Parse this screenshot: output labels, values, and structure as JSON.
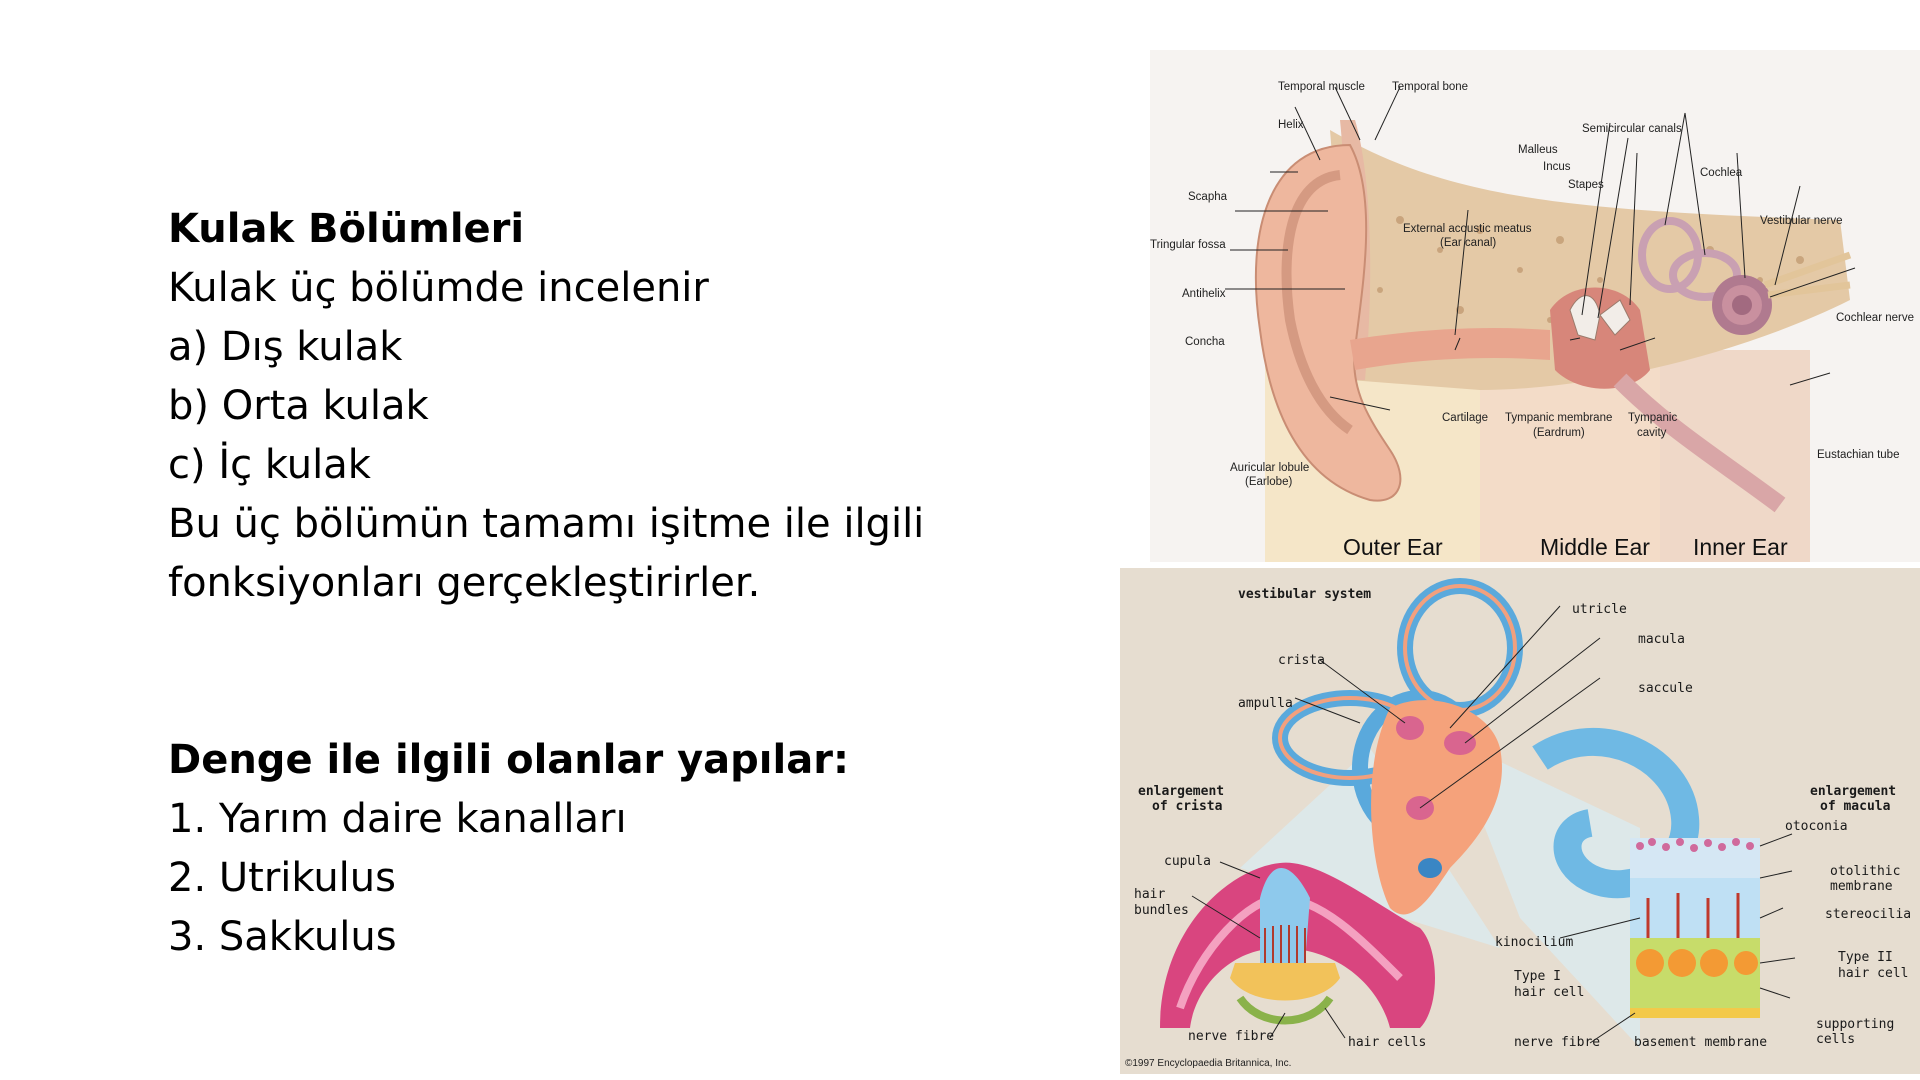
{
  "text": {
    "heading1": "Kulak Bölümleri",
    "intro": "Kulak üç bölümde incelenir",
    "items1": [
      "a) Dış kulak",
      "b) Orta kulak",
      "c) İç kulak"
    ],
    "desc1": "Bu üç bölümün tamamı işitme ile ilgili",
    "desc2": "fonksiyonları gerçekleştirirler.",
    "heading2": "Denge ile ilgili olanlar yapılar:",
    "items2": [
      "1. Yarım daire kanalları",
      "2. Utrikulus",
      "3. Sakkulus"
    ]
  },
  "ear_figure": {
    "labels": {
      "temporal_muscle": "Temporal muscle",
      "temporal_bone": "Temporal bone",
      "helix": "Helix",
      "semicircular_canals": "Semicircular canals",
      "malleus": "Malleus",
      "incus": "Incus",
      "stapes": "Stapes",
      "cochlea": "Cochlea",
      "scapha": "Scapha",
      "vestibular_nerve": "Vestibular nerve",
      "ext_meatus_1": "External acoustic meatus",
      "ext_meatus_2": "(Ear canal)",
      "tringular_fossa": "Tringular fossa",
      "antihelix": "Antihelix",
      "cochlear_nerve": "Cochlear nerve",
      "concha": "Concha",
      "cartilage": "Cartilage",
      "tympanic_membrane_1": "Tympanic membrane",
      "tympanic_membrane_2": "(Eardrum)",
      "tympanic_cavity_1": "Tympanic",
      "tympanic_cavity_2": "cavity",
      "eustachian_tube": "Eustachian tube",
      "lobule_1": "Auricular lobule",
      "lobule_2": "(Earlobe)"
    },
    "sections": [
      "Outer Ear",
      "Middle Ear",
      "Inner Ear"
    ]
  },
  "vestibular_figure": {
    "title": "vestibular system",
    "labels": {
      "utricle": "utricle",
      "macula": "macula",
      "crista": "crista",
      "saccule": "saccule",
      "ampulla": "ampulla",
      "enlarge_crista_1": "enlargement",
      "enlarge_crista_2": "of crista",
      "enlarge_macula_1": "enlargement",
      "enlarge_macula_2": "of macula",
      "otoconia": "otoconia",
      "cupula": "cupula",
      "otolithic_1": "otolithic",
      "otolithic_2": "membrane",
      "hair_bundles_1": "hair",
      "hair_bundles_2": "bundles",
      "stereocilia": "stereocilia",
      "kinocilium": "kinocilium",
      "type2_1": "Type II",
      "type2_2": "hair cell",
      "type1_1": "Type I",
      "type1_2": "hair cell",
      "supporting_1": "supporting",
      "supporting_2": "cells",
      "nerve_fibre_left": "nerve fibre",
      "hair_cells": "hair cells",
      "nerve_fibre_right": "nerve fibre",
      "basement_membrane": "basement membrane",
      "copyright": "©1997 Encyclopaedia Britannica, Inc."
    }
  }
}
